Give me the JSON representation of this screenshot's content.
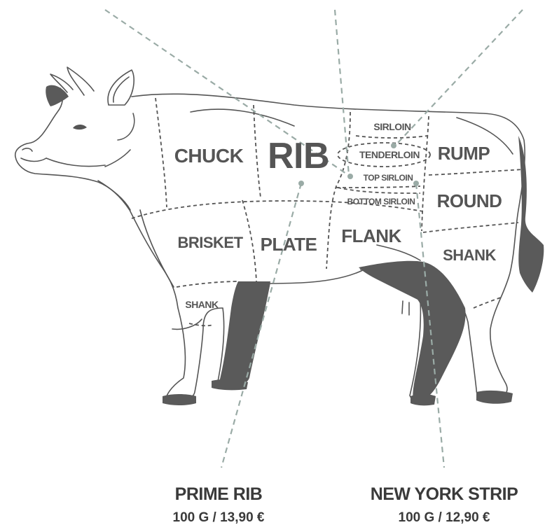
{
  "diagram": {
    "colors": {
      "outline": "#555555",
      "dark_fill": "#5a5a5a",
      "divider": "#555555",
      "leader": "#9aaba6",
      "text": "#3a3a3a"
    },
    "cuts": {
      "chuck": "CHUCK",
      "rib": "RIB",
      "sirloin": "SIRLOIN",
      "tenderloin": "TENDERLOIN",
      "top_sirloin": "TOP SIRLOIN",
      "bottom_sirloin": "BOTTOM SIRLOIN",
      "rump": "RUMP",
      "round": "ROUND",
      "brisket": "BRISKET",
      "plate": "PLATE",
      "flank": "FLANK",
      "shank_hind": "SHANK",
      "shank_fore": "SHANK"
    }
  },
  "prices": [
    {
      "name": "PRIME RIB",
      "price": "100 G / 13,90 €"
    },
    {
      "name": "NEW YORK STRIP",
      "price": "100 G / 12,90 €"
    }
  ]
}
